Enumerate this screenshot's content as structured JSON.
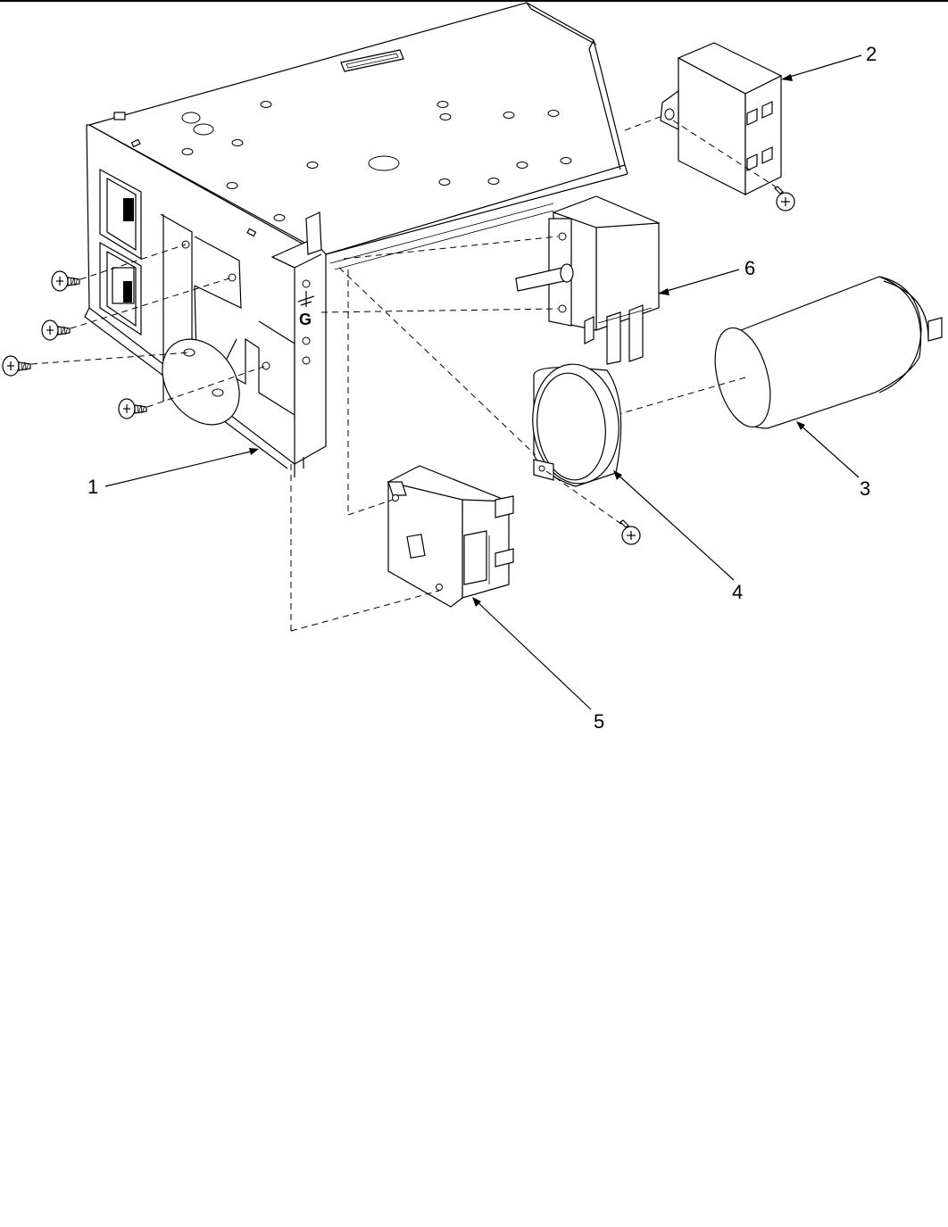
{
  "callouts": {
    "c1": "1",
    "c2": "2",
    "c3": "3",
    "c4": "4",
    "c5": "5",
    "c6": "6"
  },
  "bracket_marking": "G"
}
